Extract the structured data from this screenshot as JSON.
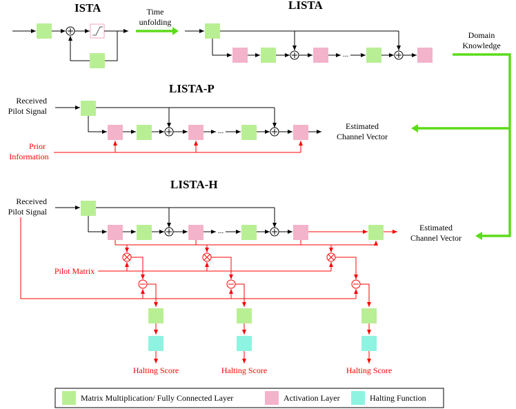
{
  "titles": {
    "ista": "ISTA",
    "lista": "LISTA",
    "lista_p": "LISTA-P",
    "lista_h": "LISTA-H"
  },
  "labels": {
    "time": "Time",
    "unfolding": "unfolding",
    "domain": "Domain",
    "knowledge": "Knowledge",
    "received_p_1": "Received",
    "received_p_2": "Pilot Signal",
    "received_h_1": "Received",
    "received_h_2": "Pilot Signal",
    "estimated_p_1": "Estimated",
    "estimated_p_2": "Channel Vector",
    "estimated_h_1": "Estimated",
    "estimated_h_2": "Channel Vector",
    "prior_1": "Prior",
    "prior_2": "Information",
    "pilot_matrix": "Pilot Matrix",
    "halting_1": "Halting Score",
    "halting_2": "Halting Score",
    "halting_3": "Halting Score",
    "ellipsis": "..."
  },
  "legend": {
    "green": "Matrix Multiplication/ Fully Connected Layer",
    "pink": "Activation Layer",
    "cyan": "Halting Function"
  },
  "colors": {
    "matrix": "#b9ef94",
    "activation": "#f3b3ca",
    "halting": "#8ff3e2",
    "arrow": "#5bdc19",
    "prior": "#ff0000"
  }
}
